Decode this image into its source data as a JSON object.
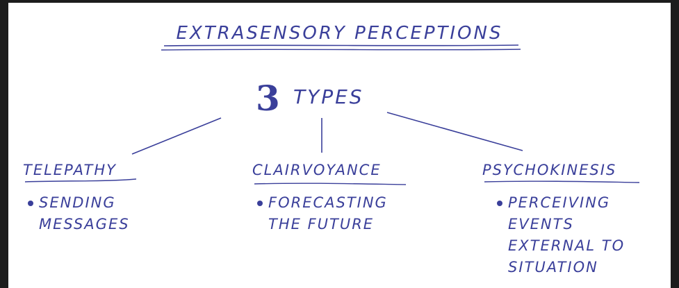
{
  "title": "Extrasensory Perceptions",
  "center": {
    "number": "3",
    "word": "Types"
  },
  "branches": [
    {
      "heading": "Telepathy",
      "bullet_lines": [
        "Sending",
        "Messages"
      ]
    },
    {
      "heading": "Clairvoyance",
      "bullet_lines": [
        "Forecasting",
        "the Future"
      ]
    },
    {
      "heading": "Psychokinesis",
      "bullet_lines": [
        "Perceiving",
        "Events",
        "External to",
        "Situation"
      ]
    }
  ],
  "colors": {
    "ink": "#3a3f9a",
    "frame": "#1c1c1c",
    "background": "#ffffff"
  }
}
